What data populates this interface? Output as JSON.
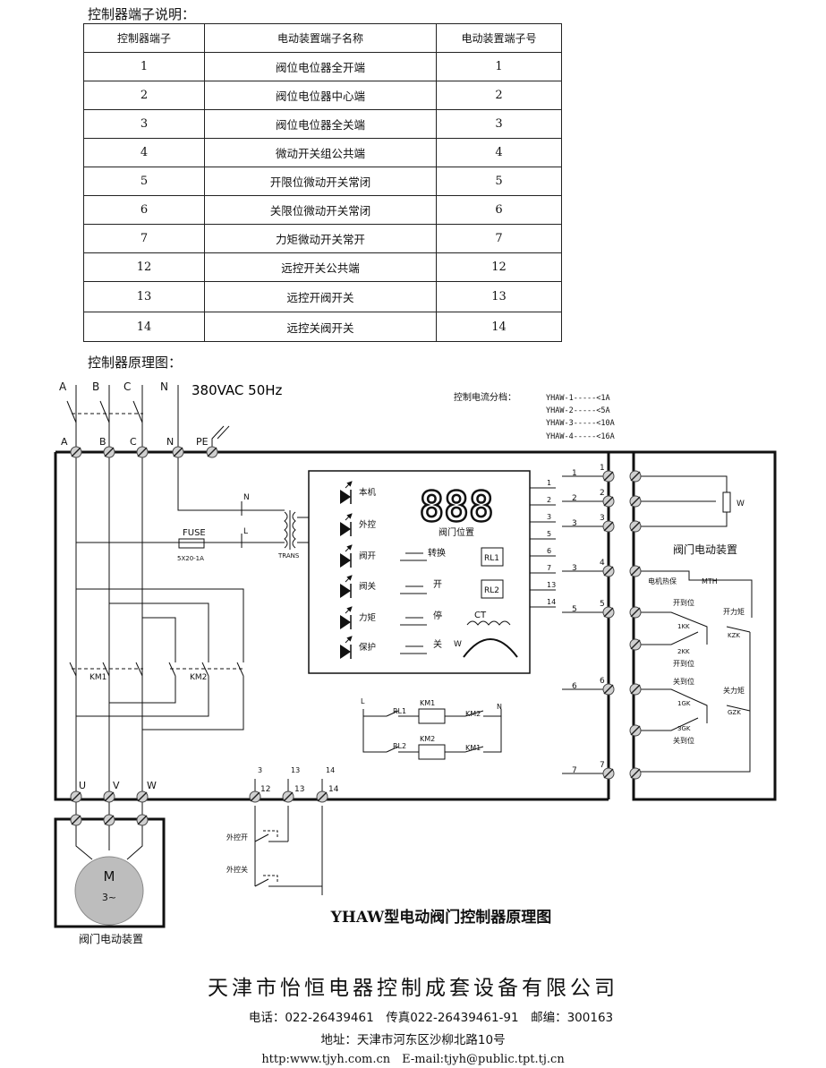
{
  "terminal_table": {
    "title": "控制器端子说明：",
    "headers": [
      "控制器端子",
      "电动装置端子名称",
      "电动装置端子号"
    ],
    "rows": [
      [
        "1",
        "阀位电位器全开端",
        "1"
      ],
      [
        "2",
        "阀位电位器中心端",
        "2"
      ],
      [
        "3",
        "阀位电位器全关端",
        "3"
      ],
      [
        "4",
        "微动开关组公共端",
        "4"
      ],
      [
        "5",
        "开限位微动开关常闭",
        "5"
      ],
      [
        "6",
        "关限位微动开关常闭",
        "6"
      ],
      [
        "7",
        "力矩微动开关常开",
        "7"
      ],
      [
        "12",
        "远控开关公共端",
        "12"
      ],
      [
        "13",
        "远控开阀开关",
        "13"
      ],
      [
        "14",
        "远控关阀开关",
        "14"
      ]
    ]
  },
  "diagram": {
    "section_title": "控制器原理图：",
    "caption": "YHAW型电动阀门控制器原理图",
    "supply": "380VAC 50Hz",
    "phase_labels": [
      "A",
      "B",
      "C",
      "N"
    ],
    "pe_label": "PE",
    "motor_terminals": [
      "U",
      "V",
      "W"
    ],
    "motor_label": "M",
    "motor_sub": "3~",
    "actuator_label": "阀门电动装置",
    "fuse_label": "FUSE",
    "fuse_spec": "5X20-1A",
    "trans_label": "TRANS",
    "n_label": "N",
    "l_label": "L",
    "km1": "KM1",
    "km2": "KM2",
    "current_title": "控制电流分档：",
    "current_ranges": [
      "YHAW-1-----<1A",
      "YHAW-2-----<5A",
      "YHAW-3-----<10A",
      "YHAW-4-----<16A"
    ],
    "panel": {
      "display": "888",
      "display_label": "阀门位置",
      "leds": [
        "本机",
        "外控",
        "阀开",
        "阀关",
        "力矩",
        "保护"
      ],
      "buttons": [
        "转换",
        "开",
        "停",
        "关"
      ],
      "relays": [
        "RL1",
        "RL2"
      ],
      "ct_label": "CT",
      "w_label": "W",
      "outputs": [
        "1",
        "2",
        "3",
        "5",
        "6",
        "7",
        "13",
        "14"
      ]
    },
    "relay_circuit": {
      "l_label": "L",
      "n_label": "N",
      "rl1": "RL1",
      "rl2": "RL2",
      "km1": "KM1",
      "km2": "KM2"
    },
    "remote": {
      "top_labels": [
        "3",
        "13",
        "14"
      ],
      "terminals": [
        "12",
        "13",
        "14"
      ],
      "open_switch": "外控开",
      "close_switch": "外控关"
    },
    "right": {
      "terminal_labels": [
        "1",
        "2",
        "3",
        "4",
        "5",
        "6",
        "7"
      ],
      "left_labels": [
        "1",
        "2",
        "3",
        "3",
        "5",
        "6",
        "7"
      ],
      "pot_label": "W",
      "actuator_label": "阀门电动装置",
      "thermal_label": "电机热保",
      "mth": "MTH",
      "open_limit": "开到位",
      "open_torque": "开力矩",
      "close_limit": "关到位",
      "close_torque": "关力矩",
      "k1": "1KK",
      "k2": "2KK",
      "kzk": "KZK",
      "g1": "1GK",
      "g3": "3GK",
      "gzk": "GZK"
    }
  },
  "company": {
    "name": "天津市怡恒电器控制成套设备有限公司",
    "contact": "电话：022-26439461　传真022-26439461-91　邮编：300163",
    "address": "地址：天津市河东区沙柳北路10号",
    "web": "http:www.tjyh.com.cn　E-mail:tjyh@public.tpt.tj.cn"
  }
}
